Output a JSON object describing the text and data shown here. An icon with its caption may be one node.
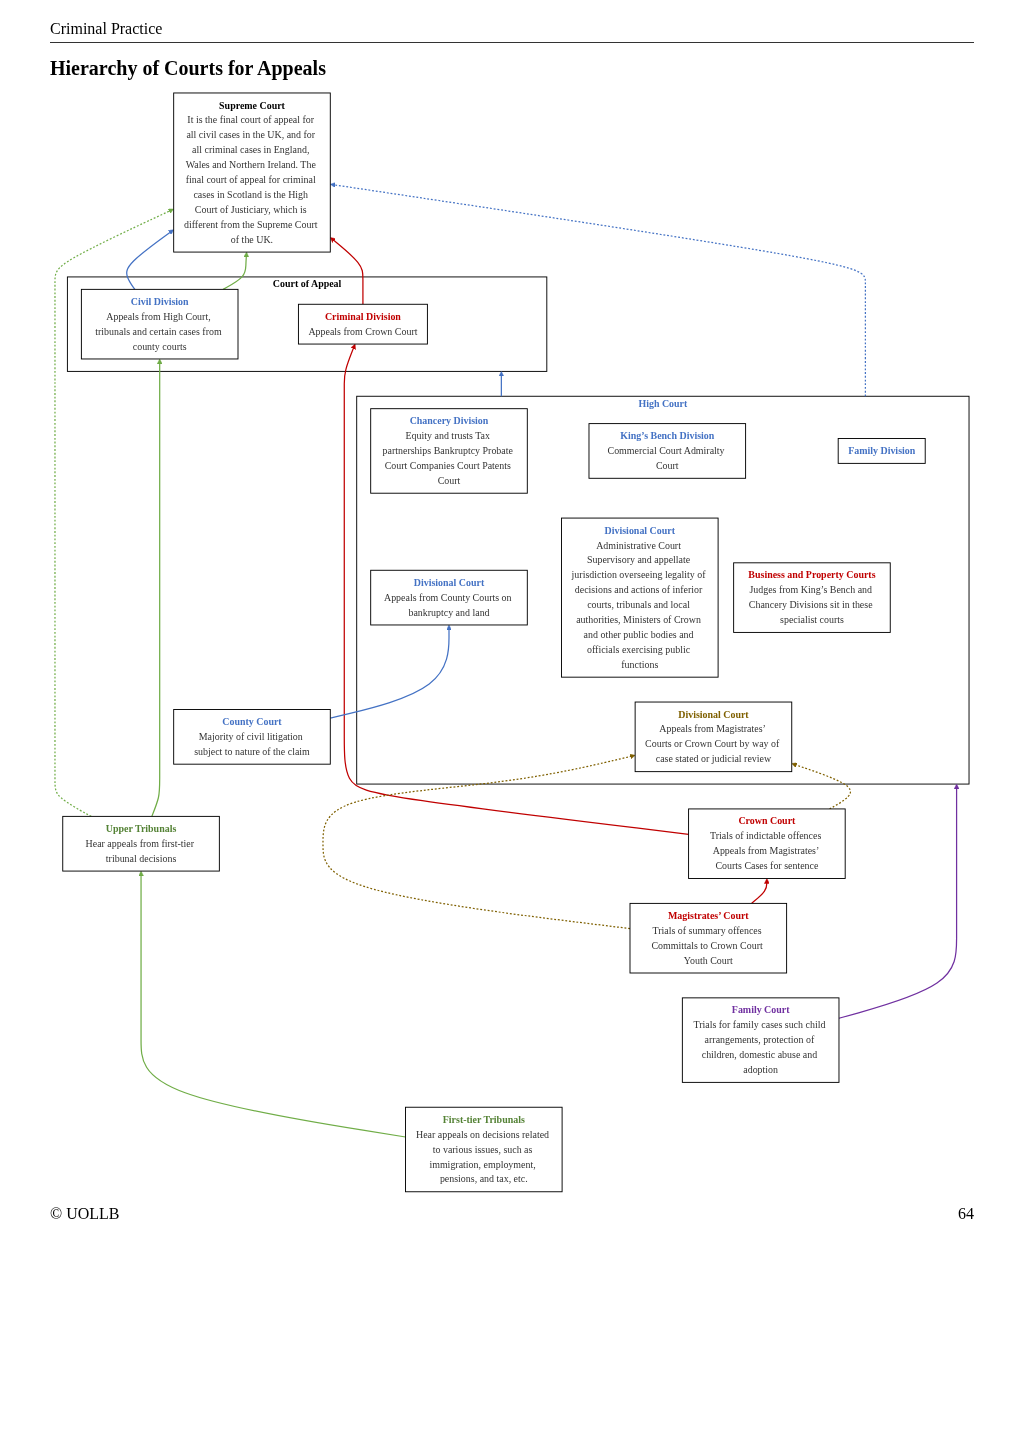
{
  "diagram": {
    "title": "Hierarchy of Courts for Appeals",
    "nodes": [
      {
        "text": [
          "Supreme Court",
          "It is the final court of appeal for all civil cases in the UK, and for all criminal cases in England, Wales and Northern Ireland. The final court of appeal for criminal cases in Scotland is the High Court of Justiciary, which is different from the Supreme Court of the UK."
        ]
      },
      {
        "text": [
          "Court of Appeal"
        ]
      },
      {
        "text": [
          "Criminal Division",
          "Appeals from Crown Court"
        ],
        "in": 1
      },
      {
        "text": [
          "Civil Division",
          "Appeals from High Court, tribunals and certain cases from county courts"
        ],
        "in": 1
      },
      {
        "text": [
          "High Court"
        ]
      },
      {
        "text": [
          "King’s Bench Division",
          "Commercial Court Admiralty Court"
        ],
        "in": 4
      },
      {
        "text": [
          "Family Division"
        ],
        "in": 4
      },
      {
        "text": [
          "Chancery Division",
          "Equity and trusts Tax partnerships Bankruptcy Probate Court Companies Court Patents Court"
        ],
        "in": 4
      },
      {
        "text": [
          "Divisional Court",
          "Administrative Court Supervisory and appellate jurisdiction overseeing legality of decisions and actions of inferior courts, tribunals and local authorities, Ministers of Crown and other public bodies and officials exercising public functions"
        ],
        "in": 4
      },
      {
        "text": [
          "Business and Property Courts",
          "Judges from King’s Bench and Chancery Divisions sit in these specialist courts"
        ],
        "in": 4
      },
      {
        "text": [
          "Divisional Court",
          "Appeals from Magistrates’ Courts or Crown Court by way of case stated or judicial review"
        ],
        "in": 4
      },
      {
        "text": [
          "Divisional Court",
          "Appeals from County Courts on bankruptcy and land"
        ],
        "in": 4
      },
      {
        "text": [
          "Crown Court",
          "Trials of indictable offences Appeals from Magistrates’ Courts Cases for sentence"
        ]
      },
      {
        "text": [
          "County Court",
          "Majority of civil litigation subject to nature of the claim"
        ]
      },
      {
        "text": [
          "Magistrates’ Court",
          "Trials of summary offences Committals to Crown Court Youth Court"
        ]
      },
      {
        "text": [
          "Upper Tribunals",
          "Hear appeals from first-tier tribunal decisions"
        ]
      },
      {
        "text": [
          "Family Court",
          "Trials for family cases such child arrangements, protection of children, domestic abuse and adoption"
        ]
      },
      {
        "text": [
          "First-tier Tribunals",
          "Hear appeals on decisions related to various issues, such as immigration, employment, pensions, and tax, etc."
        ]
      }
    ],
    "edges": [
      {
        "from": 2,
        "to": 0,
        "arrow": "to",
        "color": "#c00000"
      },
      {
        "from": 3,
        "to": 0,
        "arrow": "to"
      },
      {
        "from": 3,
        "to": 0,
        "arrow": "to",
        "color": "#70ad47"
      },
      {
        "from": 4,
        "to": 1,
        "arrow": "to"
      },
      {
        "from": 4,
        "to": 0,
        "arrow": "to",
        "style": "dashed"
      },
      {
        "from": 15,
        "to": 0,
        "arrow": "to",
        "style": "dashed",
        "color": "#70ad47"
      },
      {
        "from": 15,
        "to": 3,
        "arrow": "to",
        "color": "#70ad47"
      },
      {
        "from": 12,
        "to": 2,
        "arrow": "to",
        "color": "#c00000"
      },
      {
        "from": 16,
        "to": 4,
        "arrow": "to",
        "color": "#7030a0"
      },
      {
        "from": 12,
        "to": 10,
        "arrow": "to",
        "style": "dashed",
        "color": "#7f6000"
      },
      {
        "from": 14,
        "to": 10,
        "arrow": "to",
        "style": "dashed",
        "color": "#7f6000"
      },
      {
        "from": 13,
        "to": 11,
        "arrow": "to"
      },
      {
        "from": 14,
        "to": 12,
        "arrow": "to",
        "color": "#c00000"
      },
      {
        "from": 17,
        "to": 15,
        "arrow": "to",
        "color": "#70ad47"
      }
    ],
    "labels": [
      "Criminal Practice",
      "© UOLLB",
      "64"
    ]
  }
}
